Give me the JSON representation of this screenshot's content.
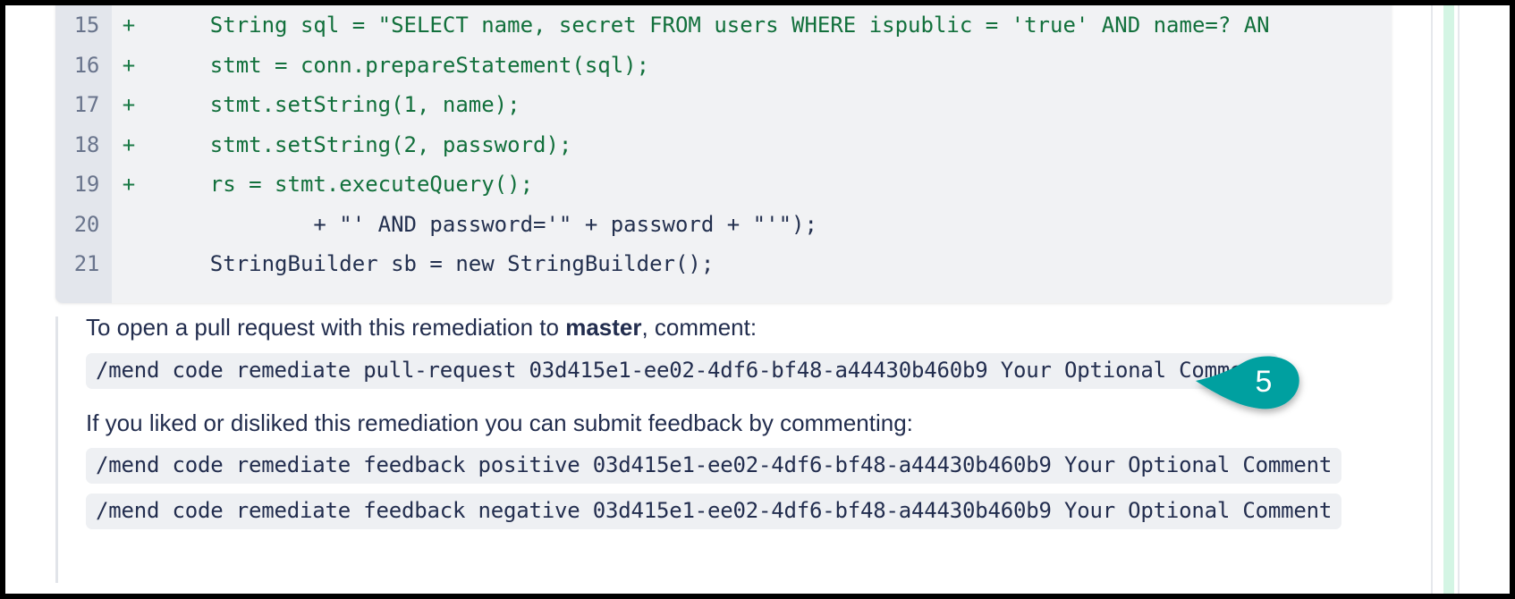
{
  "theme": {
    "accent_teal": "#00a0a0",
    "added_line_green": "#12703c",
    "text_navy": "#222d4e",
    "gutter_bg": "#e3e6ec",
    "code_bg": "#f1f2f4",
    "chip_bg": "#eef0f3",
    "right_accent_green": "#d4f5e4"
  },
  "diff": {
    "lines": [
      {
        "number": "15",
        "marker": "+",
        "type": "added",
        "code": "    String sql = \"SELECT name, secret FROM users WHERE ispublic = 'true' AND name=? AN"
      },
      {
        "number": "16",
        "marker": "+",
        "type": "added",
        "code": "    stmt = conn.prepareStatement(sql);"
      },
      {
        "number": "17",
        "marker": "+",
        "type": "added",
        "code": "    stmt.setString(1, name);"
      },
      {
        "number": "18",
        "marker": "+",
        "type": "added",
        "code": "    stmt.setString(2, password);"
      },
      {
        "number": "19",
        "marker": "+",
        "type": "added",
        "code": "    rs = stmt.executeQuery();"
      },
      {
        "number": "20",
        "marker": "",
        "type": "context",
        "code": "            + \"' AND password='\" + password + \"'\");"
      },
      {
        "number": "21",
        "marker": "",
        "type": "context",
        "code": "    StringBuilder sb = new StringBuilder();"
      }
    ]
  },
  "remediation": {
    "pull_request_text_before": "To open a pull request with this remediation to ",
    "pull_request_branch": "master",
    "pull_request_text_after": ", comment:",
    "pull_request_command": "/mend code remediate pull-request 03d415e1-ee02-4df6-bf48-a44430b460b9 Your Optional Comment",
    "feedback_intro": "If you liked or disliked this remediation you can submit feedback by commenting:",
    "feedback_positive_command": "/mend code remediate feedback positive 03d415e1-ee02-4df6-bf48-a44430b460b9 Your Optional Comment",
    "feedback_negative_command": "/mend code remediate feedback negative 03d415e1-ee02-4df6-bf48-a44430b460b9 Your Optional Comment"
  },
  "callout": {
    "number": "5",
    "shape": "teardrop-pointer-left-icon"
  }
}
